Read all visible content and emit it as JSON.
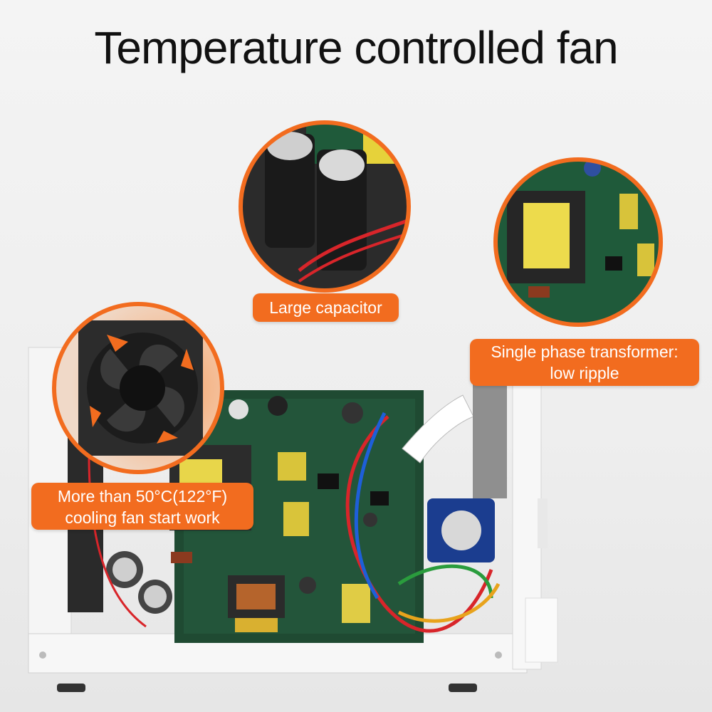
{
  "title": "Temperature controlled fan",
  "callouts": {
    "capacitor": {
      "label": "Large capacitor"
    },
    "transformer": {
      "line1": "Single phase transformer:",
      "line2": "low ripple"
    },
    "fan": {
      "line1": "More than 50°C(122°F)",
      "line2": "cooling fan start work"
    }
  },
  "colors": {
    "accent": "#f26c1f",
    "pcb": "#1f4a32",
    "casing": "#f2f2f2"
  }
}
